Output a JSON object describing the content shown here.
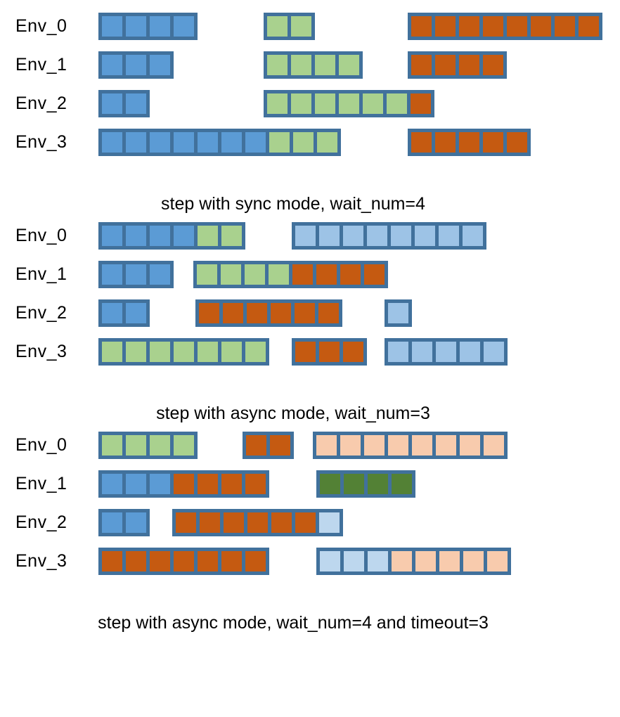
{
  "figure": {
    "colors": {
      "border": "#41719C",
      "blue": "#5B9BD5",
      "green": "#A9D18E",
      "orange": "#C55A11",
      "lightblue": "#9DC3E6",
      "palelightblue": "#BDD7EE",
      "peach": "#F8CBAD",
      "darkgreen": "#538135"
    },
    "panels": [
      {
        "caption": "step with sync mode, wait_num=4",
        "rows": [
          {
            "label": "Env_0",
            "groups": [
              {
                "offset": 0,
                "cells": [
                  "blue",
                  "blue",
                  "blue",
                  "blue"
                ]
              },
              {
                "offset": 235,
                "cells": [
                  "green",
                  "green"
                ]
              },
              {
                "offset": 440,
                "cells": [
                  "orange",
                  "orange",
                  "orange",
                  "orange",
                  "orange",
                  "orange",
                  "orange",
                  "orange"
                ]
              }
            ]
          },
          {
            "label": "Env_1",
            "groups": [
              {
                "offset": 0,
                "cells": [
                  "blue",
                  "blue",
                  "blue"
                ]
              },
              {
                "offset": 235,
                "cells": [
                  "green",
                  "green",
                  "green",
                  "green"
                ]
              },
              {
                "offset": 440,
                "cells": [
                  "orange",
                  "orange",
                  "orange",
                  "orange"
                ]
              }
            ]
          },
          {
            "label": "Env_2",
            "groups": [
              {
                "offset": 0,
                "cells": [
                  "blue",
                  "blue"
                ]
              },
              {
                "offset": 235,
                "cells": [
                  "green",
                  "green",
                  "green",
                  "green",
                  "green",
                  "green",
                  "orange"
                ]
              }
            ]
          },
          {
            "label": "Env_3",
            "groups": [
              {
                "offset": 0,
                "cells": [
                  "blue",
                  "blue",
                  "blue",
                  "blue",
                  "blue",
                  "blue",
                  "blue",
                  "green",
                  "green",
                  "green"
                ]
              },
              {
                "offset": 440,
                "cells": [
                  "orange",
                  "orange",
                  "orange",
                  "orange",
                  "orange"
                ]
              }
            ]
          }
        ]
      },
      {
        "caption": "step with async mode, wait_num=3",
        "rows": [
          {
            "label": "Env_0",
            "groups": [
              {
                "offset": 0,
                "cells": [
                  "blue",
                  "blue",
                  "blue",
                  "blue",
                  "green",
                  "green"
                ]
              },
              {
                "offset": 275,
                "cells": [
                  "lightblue",
                  "lightblue",
                  "lightblue",
                  "lightblue",
                  "lightblue",
                  "lightblue",
                  "lightblue",
                  "lightblue"
                ]
              }
            ]
          },
          {
            "label": "Env_1",
            "groups": [
              {
                "offset": 0,
                "cells": [
                  "blue",
                  "blue",
                  "blue"
                ]
              },
              {
                "offset": 135,
                "cells": [
                  "green",
                  "green",
                  "green",
                  "green",
                  "orange",
                  "orange",
                  "orange",
                  "orange"
                ]
              }
            ]
          },
          {
            "label": "Env_2",
            "groups": [
              {
                "offset": 0,
                "cells": [
                  "blue",
                  "blue"
                ]
              },
              {
                "offset": 138,
                "cells": [
                  "orange",
                  "orange",
                  "orange",
                  "orange",
                  "orange",
                  "orange"
                ]
              },
              {
                "offset": 407,
                "cells": [
                  "lightblue"
                ]
              }
            ]
          },
          {
            "label": "Env_3",
            "groups": [
              {
                "offset": 0,
                "cells": [
                  "green",
                  "green",
                  "green",
                  "green",
                  "green",
                  "green",
                  "green"
                ]
              },
              {
                "offset": 275,
                "cells": [
                  "orange",
                  "orange",
                  "orange"
                ]
              },
              {
                "offset": 407,
                "cells": [
                  "lightblue",
                  "lightblue",
                  "lightblue",
                  "lightblue",
                  "lightblue"
                ]
              }
            ]
          }
        ]
      },
      {
        "caption": "step with async mode, wait_num=4 and timeout=3",
        "rows": [
          {
            "label": "Env_0",
            "groups": [
              {
                "offset": 0,
                "cells": [
                  "green",
                  "green",
                  "green",
                  "green"
                ]
              },
              {
                "offset": 205,
                "cells": [
                  "orange",
                  "orange"
                ]
              },
              {
                "offset": 305,
                "cells": [
                  "peach",
                  "peach",
                  "peach",
                  "peach",
                  "peach",
                  "peach",
                  "peach",
                  "peach"
                ]
              }
            ]
          },
          {
            "label": "Env_1",
            "groups": [
              {
                "offset": 0,
                "cells": [
                  "blue",
                  "blue",
                  "blue",
                  "orange",
                  "orange",
                  "orange",
                  "orange"
                ]
              },
              {
                "offset": 310,
                "cells": [
                  "darkgreen",
                  "darkgreen",
                  "darkgreen",
                  "darkgreen"
                ]
              }
            ]
          },
          {
            "label": "Env_2",
            "groups": [
              {
                "offset": 0,
                "cells": [
                  "blue",
                  "blue"
                ]
              },
              {
                "offset": 105,
                "cells": [
                  "orange",
                  "orange",
                  "orange",
                  "orange",
                  "orange",
                  "orange",
                  "palelightblue"
                ]
              }
            ]
          },
          {
            "label": "Env_3",
            "groups": [
              {
                "offset": 0,
                "cells": [
                  "orange",
                  "orange",
                  "orange",
                  "orange",
                  "orange",
                  "orange",
                  "orange"
                ]
              },
              {
                "offset": 310,
                "cells": [
                  "palelightblue",
                  "palelightblue",
                  "palelightblue",
                  "peach",
                  "peach",
                  "peach",
                  "peach",
                  "peach"
                ]
              }
            ]
          }
        ]
      }
    ]
  }
}
